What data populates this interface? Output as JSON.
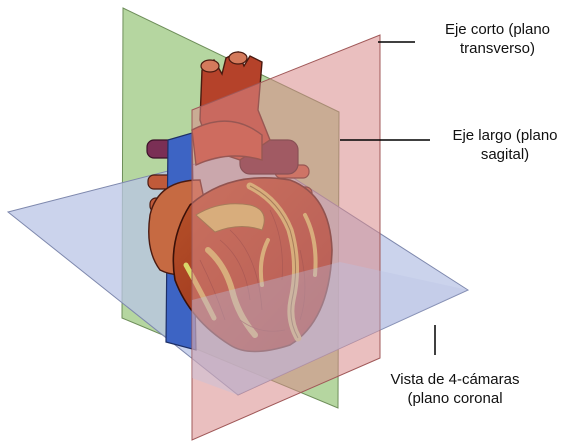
{
  "labels": {
    "short_axis": {
      "line1": "Eje corto (plano",
      "line2": "transverso)"
    },
    "long_axis": {
      "line1": "Eje largo (plano",
      "line2": "sagital)"
    },
    "four_chamber": {
      "line1": "Vista de 4-cámaras",
      "line2": "(plano coronal"
    }
  },
  "colors": {
    "transverse_plane": "#a8cf8f",
    "sagittal_plane": "#d98a8a",
    "coronal_plane": "#b9c4e6",
    "myocardium": "#c23a22",
    "fat_yellow": "#d8d86a",
    "vena_cava": "#3d64c4",
    "pulmonary_vein": "#7a2f55",
    "leader_line": "#000000"
  }
}
